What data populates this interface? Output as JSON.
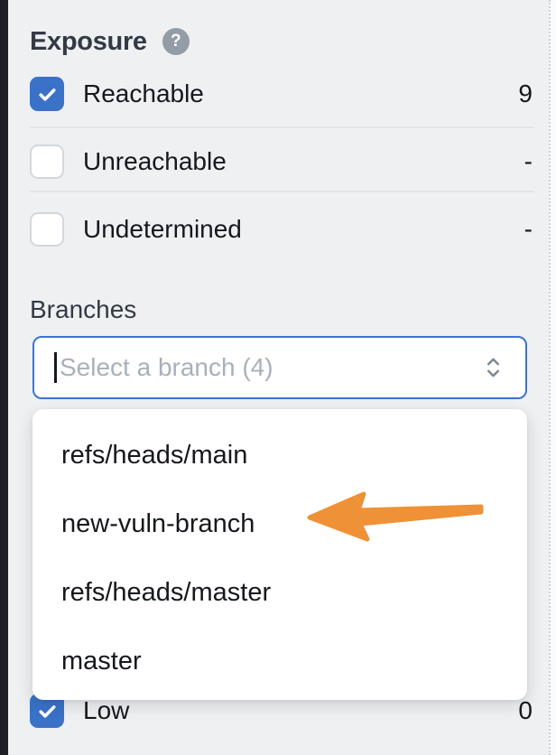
{
  "exposure": {
    "title": "Exposure",
    "help_glyph": "?",
    "rows": [
      {
        "label": "Reachable",
        "count": "9",
        "checked": true
      },
      {
        "label": "Unreachable",
        "count": "-",
        "checked": false
      },
      {
        "label": "Undetermined",
        "count": "-",
        "checked": false
      }
    ]
  },
  "branches": {
    "title": "Branches",
    "select_placeholder": "Select a branch (4)",
    "options": [
      "refs/heads/main",
      "new-vuln-branch",
      "refs/heads/master",
      "master"
    ]
  },
  "severity_partial_row": {
    "label": "Low",
    "count": "0",
    "checked": true
  },
  "annotation": {
    "type": "arrow-left",
    "points_to": "new-vuln-branch",
    "color": "#ef9136"
  },
  "colors": {
    "accent_blue": "#3a72c8",
    "select_border_blue": "#3b74d1",
    "arrow_orange": "#ef9136",
    "background_gray": "#eef0f2",
    "panel_white": "#ffffff",
    "text_dark": "#16181d",
    "heading_gray": "#333a45",
    "placeholder_gray": "#a8b0bb",
    "divider_gray": "#e2e5e9",
    "sidebar_dark": "#1d2126"
  }
}
